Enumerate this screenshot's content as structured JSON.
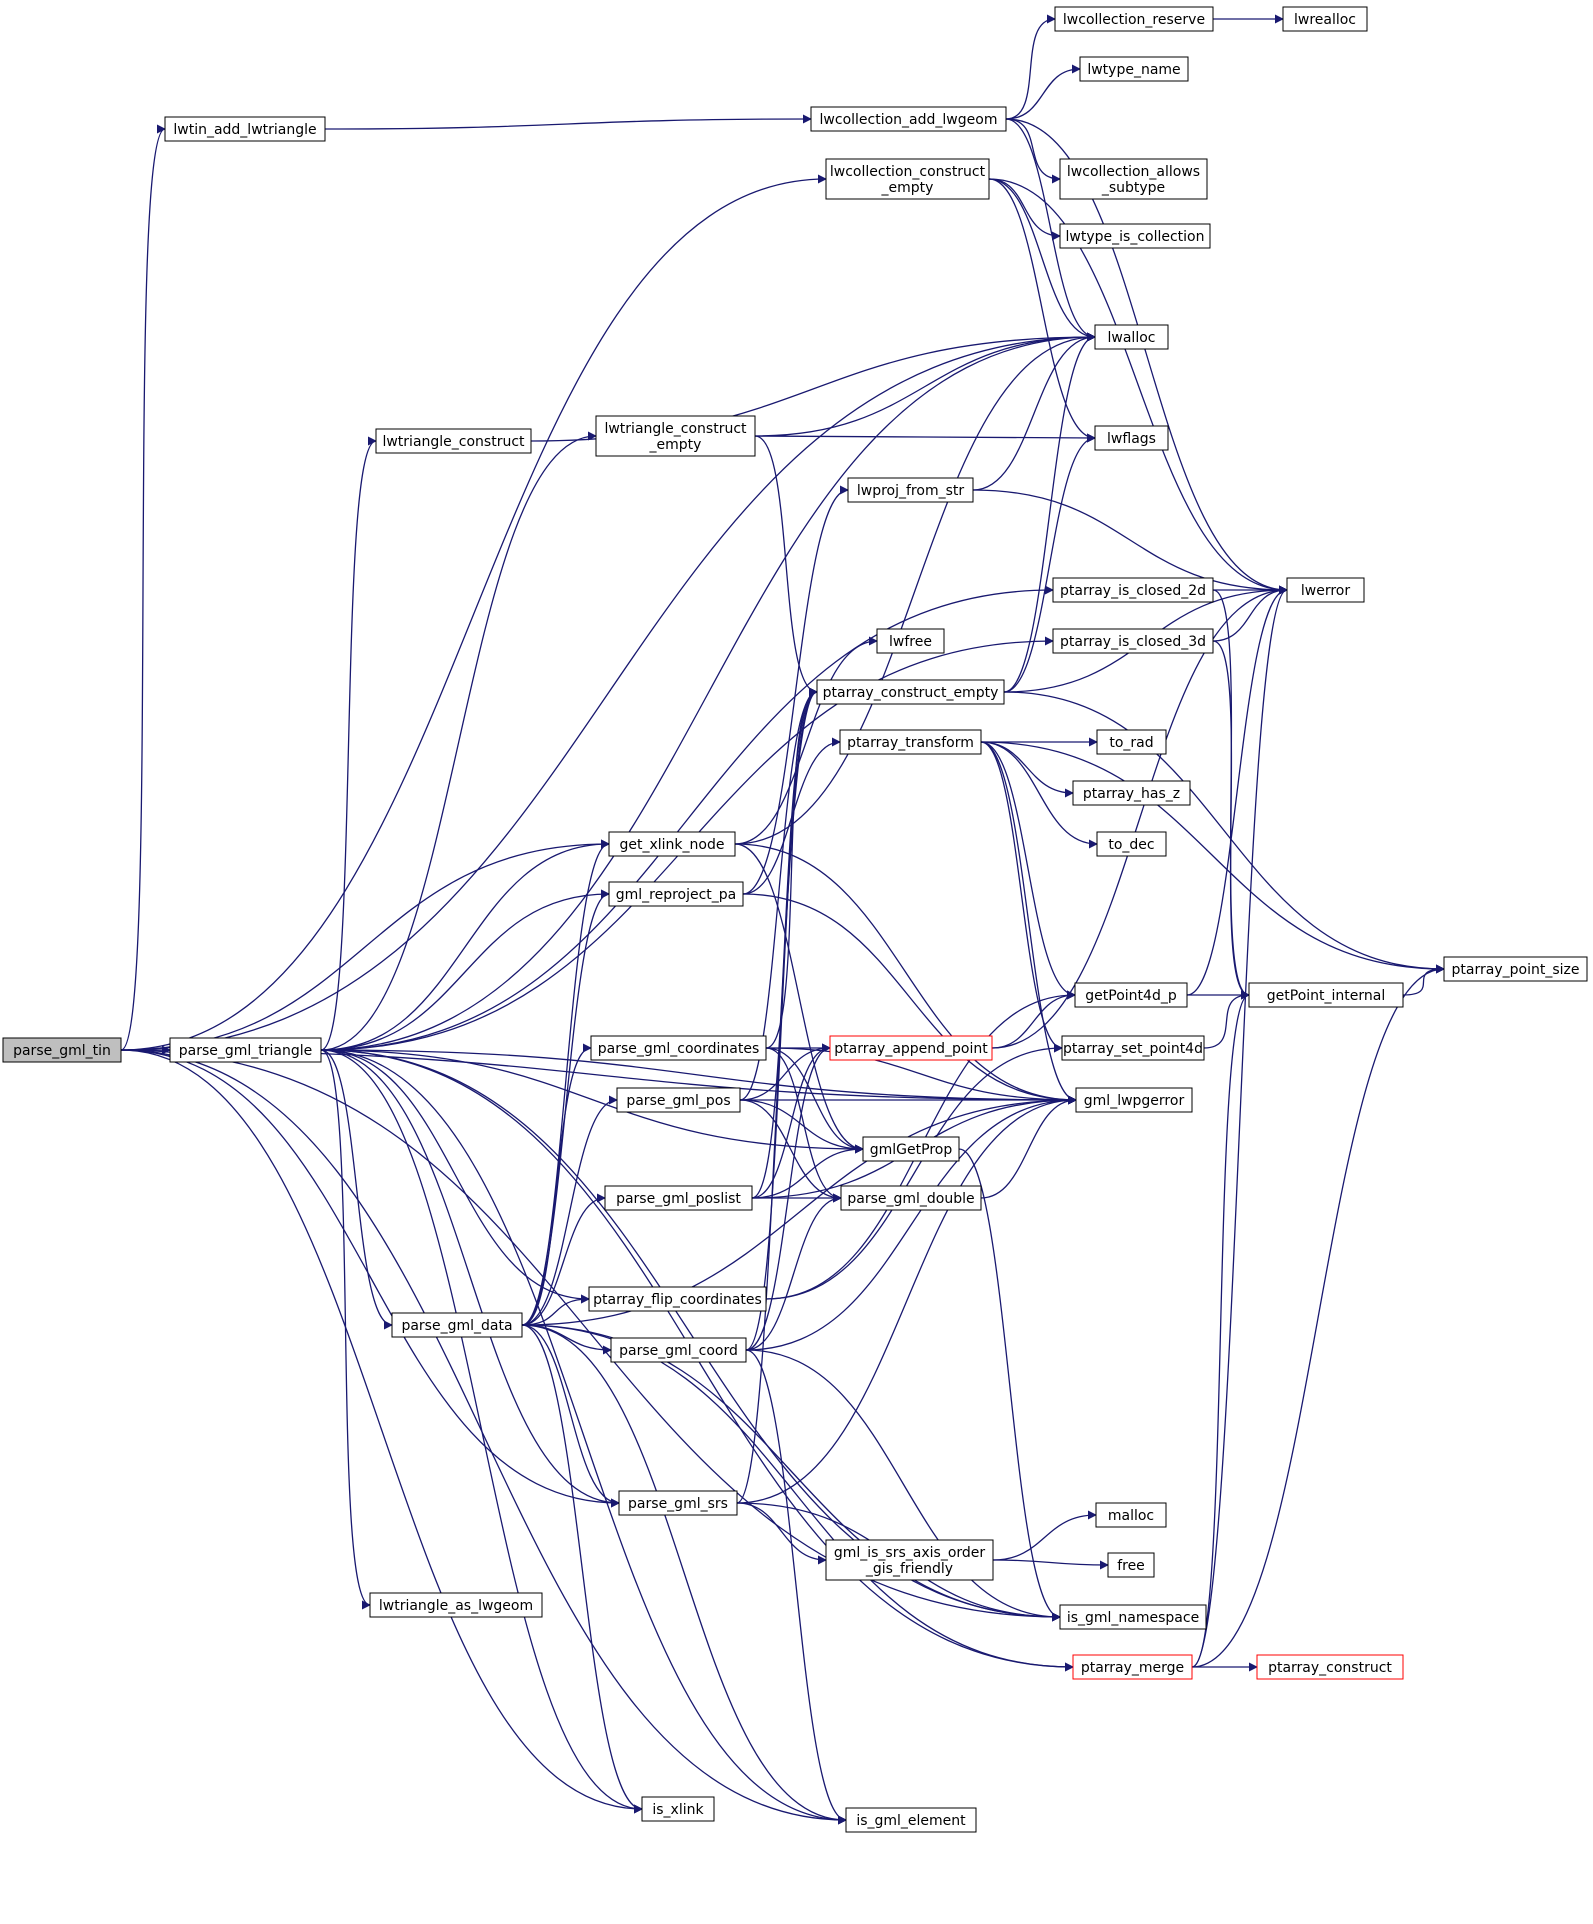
{
  "colors": {
    "edge": "#191970",
    "box_border": "#000000",
    "root_fill": "#bfbfbf",
    "truncated_border": "#ff0000",
    "background": "#ffffff"
  },
  "nodes": [
    {
      "id": "parse_gml_tin",
      "lines": [
        "parse_gml_tin"
      ],
      "root": true
    },
    {
      "id": "lwtin_add_lwtriangle",
      "lines": [
        "lwtin_add_lwtriangle"
      ]
    },
    {
      "id": "parse_gml_triangle",
      "lines": [
        "parse_gml_triangle"
      ]
    },
    {
      "id": "lwtriangle_construct",
      "lines": [
        "lwtriangle_construct"
      ]
    },
    {
      "id": "lwtriangle_construct_empty",
      "lines": [
        "lwtriangle_construct",
        "_empty"
      ]
    },
    {
      "id": "parse_gml_data",
      "lines": [
        "parse_gml_data"
      ]
    },
    {
      "id": "lwtriangle_as_lwgeom",
      "lines": [
        "lwtriangle_as_lwgeom"
      ]
    },
    {
      "id": "lwcollection_add_lwgeom",
      "lines": [
        "lwcollection_add_lwgeom"
      ]
    },
    {
      "id": "lwcollection_construct_empty",
      "lines": [
        "lwcollection_construct",
        "_empty"
      ]
    },
    {
      "id": "get_xlink_node",
      "lines": [
        "get_xlink_node"
      ]
    },
    {
      "id": "gml_reproject_pa",
      "lines": [
        "gml_reproject_pa"
      ]
    },
    {
      "id": "parse_gml_coordinates",
      "lines": [
        "parse_gml_coordinates"
      ]
    },
    {
      "id": "parse_gml_pos",
      "lines": [
        "parse_gml_pos"
      ]
    },
    {
      "id": "parse_gml_poslist",
      "lines": [
        "parse_gml_poslist"
      ]
    },
    {
      "id": "ptarray_flip_coordinates",
      "lines": [
        "ptarray_flip_coordinates"
      ]
    },
    {
      "id": "parse_gml_coord",
      "lines": [
        "parse_gml_coord"
      ]
    },
    {
      "id": "parse_gml_srs",
      "lines": [
        "parse_gml_srs"
      ]
    },
    {
      "id": "is_xlink",
      "lines": [
        "is_xlink"
      ]
    },
    {
      "id": "lwproj_from_str",
      "lines": [
        "lwproj_from_str"
      ]
    },
    {
      "id": "lwfree",
      "lines": [
        "lwfree"
      ]
    },
    {
      "id": "ptarray_construct_empty",
      "lines": [
        "ptarray_construct_empty"
      ]
    },
    {
      "id": "ptarray_transform",
      "lines": [
        "ptarray_transform"
      ]
    },
    {
      "id": "ptarray_append_point",
      "lines": [
        "ptarray_append_point"
      ],
      "truncated": true
    },
    {
      "id": "gmlGetProp",
      "lines": [
        "gmlGetProp"
      ]
    },
    {
      "id": "parse_gml_double",
      "lines": [
        "parse_gml_double"
      ]
    },
    {
      "id": "gml_is_srs_axis_order_gis_friendly",
      "lines": [
        "gml_is_srs_axis_order",
        "_gis_friendly"
      ]
    },
    {
      "id": "is_gml_element",
      "lines": [
        "is_gml_element"
      ]
    },
    {
      "id": "lwcollection_reserve",
      "lines": [
        "lwcollection_reserve"
      ]
    },
    {
      "id": "lwtype_name",
      "lines": [
        "lwtype_name"
      ]
    },
    {
      "id": "lwcollection_allows_subtype",
      "lines": [
        "lwcollection_allows",
        "_subtype"
      ]
    },
    {
      "id": "lwtype_is_collection",
      "lines": [
        "lwtype_is_collection"
      ]
    },
    {
      "id": "lwalloc",
      "lines": [
        "lwalloc"
      ]
    },
    {
      "id": "lwflags",
      "lines": [
        "lwflags"
      ]
    },
    {
      "id": "ptarray_is_closed_2d",
      "lines": [
        "ptarray_is_closed_2d"
      ]
    },
    {
      "id": "ptarray_is_closed_3d",
      "lines": [
        "ptarray_is_closed_3d"
      ]
    },
    {
      "id": "to_rad",
      "lines": [
        "to_rad"
      ]
    },
    {
      "id": "ptarray_has_z",
      "lines": [
        "ptarray_has_z"
      ]
    },
    {
      "id": "to_dec",
      "lines": [
        "to_dec"
      ]
    },
    {
      "id": "getPoint4d_p",
      "lines": [
        "getPoint4d_p"
      ]
    },
    {
      "id": "ptarray_set_point4d",
      "lines": [
        "ptarray_set_point4d"
      ]
    },
    {
      "id": "gml_lwpgerror",
      "lines": [
        "gml_lwpgerror"
      ]
    },
    {
      "id": "malloc",
      "lines": [
        "malloc"
      ]
    },
    {
      "id": "free",
      "lines": [
        "free"
      ]
    },
    {
      "id": "is_gml_namespace",
      "lines": [
        "is_gml_namespace"
      ]
    },
    {
      "id": "ptarray_merge",
      "lines": [
        "ptarray_merge"
      ],
      "truncated": true
    },
    {
      "id": "lwrealloc",
      "lines": [
        "lwrealloc"
      ]
    },
    {
      "id": "lwerror",
      "lines": [
        "lwerror"
      ]
    },
    {
      "id": "getPoint_internal",
      "lines": [
        "getPoint_internal"
      ]
    },
    {
      "id": "ptarray_construct",
      "lines": [
        "ptarray_construct"
      ],
      "truncated": true
    },
    {
      "id": "ptarray_point_size",
      "lines": [
        "ptarray_point_size"
      ]
    }
  ],
  "edges": [
    [
      "parse_gml_tin",
      "lwtin_add_lwtriangle"
    ],
    [
      "parse_gml_tin",
      "parse_gml_triangle"
    ],
    [
      "parse_gml_tin",
      "lwcollection_construct_empty"
    ],
    [
      "parse_gml_tin",
      "get_xlink_node"
    ],
    [
      "parse_gml_tin",
      "parse_gml_srs"
    ],
    [
      "parse_gml_tin",
      "is_xlink"
    ],
    [
      "parse_gml_tin",
      "is_gml_element"
    ],
    [
      "parse_gml_tin",
      "is_gml_namespace"
    ],
    [
      "parse_gml_tin",
      "lwalloc"
    ],
    [
      "parse_gml_tin",
      "gml_lwpgerror"
    ],
    [
      "lwtin_add_lwtriangle",
      "lwcollection_add_lwgeom"
    ],
    [
      "parse_gml_triangle",
      "lwtriangle_construct"
    ],
    [
      "parse_gml_triangle",
      "lwtriangle_construct_empty"
    ],
    [
      "parse_gml_triangle",
      "parse_gml_data"
    ],
    [
      "parse_gml_triangle",
      "lwtriangle_as_lwgeom"
    ],
    [
      "parse_gml_triangle",
      "get_xlink_node"
    ],
    [
      "parse_gml_triangle",
      "gml_reproject_pa"
    ],
    [
      "parse_gml_triangle",
      "ptarray_flip_coordinates"
    ],
    [
      "parse_gml_triangle",
      "parse_gml_srs"
    ],
    [
      "parse_gml_triangle",
      "is_xlink"
    ],
    [
      "parse_gml_triangle",
      "is_gml_element"
    ],
    [
      "parse_gml_triangle",
      "gmlGetProp"
    ],
    [
      "parse_gml_triangle",
      "lwalloc"
    ],
    [
      "parse_gml_triangle",
      "ptarray_is_closed_2d"
    ],
    [
      "parse_gml_triangle",
      "ptarray_is_closed_3d"
    ],
    [
      "parse_gml_triangle",
      "gml_lwpgerror"
    ],
    [
      "parse_gml_triangle",
      "is_gml_namespace"
    ],
    [
      "parse_gml_triangle",
      "ptarray_merge"
    ],
    [
      "lwtriangle_construct",
      "lwalloc"
    ],
    [
      "lwtriangle_construct_empty",
      "lwalloc"
    ],
    [
      "lwtriangle_construct_empty",
      "lwflags"
    ],
    [
      "lwtriangle_construct_empty",
      "ptarray_construct_empty"
    ],
    [
      "parse_gml_data",
      "get_xlink_node"
    ],
    [
      "parse_gml_data",
      "gml_reproject_pa"
    ],
    [
      "parse_gml_data",
      "parse_gml_coordinates"
    ],
    [
      "parse_gml_data",
      "parse_gml_pos"
    ],
    [
      "parse_gml_data",
      "parse_gml_poslist"
    ],
    [
      "parse_gml_data",
      "ptarray_flip_coordinates"
    ],
    [
      "parse_gml_data",
      "parse_gml_coord"
    ],
    [
      "parse_gml_data",
      "parse_gml_srs"
    ],
    [
      "parse_gml_data",
      "is_xlink"
    ],
    [
      "parse_gml_data",
      "is_gml_element"
    ],
    [
      "parse_gml_data",
      "is_gml_namespace"
    ],
    [
      "parse_gml_data",
      "ptarray_merge"
    ],
    [
      "parse_gml_data",
      "gml_lwpgerror"
    ],
    [
      "lwcollection_add_lwgeom",
      "lwcollection_reserve"
    ],
    [
      "lwcollection_add_lwgeom",
      "lwtype_name"
    ],
    [
      "lwcollection_add_lwgeom",
      "lwcollection_allows_subtype"
    ],
    [
      "lwcollection_add_lwgeom",
      "lwalloc"
    ],
    [
      "lwcollection_add_lwgeom",
      "lwerror"
    ],
    [
      "lwcollection_construct_empty",
      "lwtype_is_collection"
    ],
    [
      "lwcollection_construct_empty",
      "lwalloc"
    ],
    [
      "lwcollection_construct_empty",
      "lwflags"
    ],
    [
      "lwcollection_construct_empty",
      "lwerror"
    ],
    [
      "lwcollection_reserve",
      "lwrealloc"
    ],
    [
      "get_xlink_node",
      "lwalloc"
    ],
    [
      "get_xlink_node",
      "lwfree"
    ],
    [
      "get_xlink_node",
      "gmlGetProp"
    ],
    [
      "get_xlink_node",
      "gml_lwpgerror"
    ],
    [
      "gml_reproject_pa",
      "lwproj_from_str"
    ],
    [
      "gml_reproject_pa",
      "ptarray_transform"
    ],
    [
      "gml_reproject_pa",
      "gml_lwpgerror"
    ],
    [
      "lwproj_from_str",
      "lwalloc"
    ],
    [
      "lwproj_from_str",
      "lwerror"
    ],
    [
      "parse_gml_coordinates",
      "ptarray_construct_empty"
    ],
    [
      "parse_gml_coordinates",
      "ptarray_append_point"
    ],
    [
      "parse_gml_coordinates",
      "gmlGetProp"
    ],
    [
      "parse_gml_coordinates",
      "parse_gml_double"
    ],
    [
      "parse_gml_coordinates",
      "gml_lwpgerror"
    ],
    [
      "parse_gml_pos",
      "ptarray_construct_empty"
    ],
    [
      "parse_gml_pos",
      "ptarray_append_point"
    ],
    [
      "parse_gml_pos",
      "gmlGetProp"
    ],
    [
      "parse_gml_pos",
      "parse_gml_double"
    ],
    [
      "parse_gml_pos",
      "gml_lwpgerror"
    ],
    [
      "parse_gml_poslist",
      "ptarray_construct_empty"
    ],
    [
      "parse_gml_poslist",
      "ptarray_append_point"
    ],
    [
      "parse_gml_poslist",
      "gmlGetProp"
    ],
    [
      "parse_gml_poslist",
      "parse_gml_double"
    ],
    [
      "parse_gml_poslist",
      "gml_lwpgerror"
    ],
    [
      "ptarray_flip_coordinates",
      "getPoint4d_p"
    ],
    [
      "ptarray_flip_coordinates",
      "ptarray_set_point4d"
    ],
    [
      "parse_gml_coord",
      "ptarray_construct_empty"
    ],
    [
      "parse_gml_coord",
      "ptarray_append_point"
    ],
    [
      "parse_gml_coord",
      "parse_gml_double"
    ],
    [
      "parse_gml_coord",
      "gml_lwpgerror"
    ],
    [
      "parse_gml_coord",
      "is_gml_namespace"
    ],
    [
      "parse_gml_coord",
      "is_gml_element"
    ],
    [
      "parse_gml_srs",
      "gml_is_srs_axis_order_gis_friendly"
    ],
    [
      "parse_gml_srs",
      "ptarray_construct_empty"
    ],
    [
      "parse_gml_srs",
      "gml_lwpgerror"
    ],
    [
      "parse_gml_srs",
      "is_gml_namespace"
    ],
    [
      "ptarray_construct_empty",
      "lwalloc"
    ],
    [
      "ptarray_construct_empty",
      "lwflags"
    ],
    [
      "ptarray_construct_empty",
      "lwerror"
    ],
    [
      "ptarray_construct_empty",
      "ptarray_point_size"
    ],
    [
      "ptarray_transform",
      "to_rad"
    ],
    [
      "ptarray_transform",
      "ptarray_has_z"
    ],
    [
      "ptarray_transform",
      "to_dec"
    ],
    [
      "ptarray_transform",
      "getPoint4d_p"
    ],
    [
      "ptarray_transform",
      "ptarray_set_point4d"
    ],
    [
      "ptarray_transform",
      "ptarray_point_size"
    ],
    [
      "ptarray_transform",
      "gml_lwpgerror"
    ],
    [
      "ptarray_append_point",
      "getPoint4d_p"
    ],
    [
      "ptarray_append_point",
      "lwerror"
    ],
    [
      "gmlGetProp",
      "is_gml_namespace"
    ],
    [
      "parse_gml_double",
      "gml_lwpgerror"
    ],
    [
      "gml_is_srs_axis_order_gis_friendly",
      "malloc"
    ],
    [
      "gml_is_srs_axis_order_gis_friendly",
      "free"
    ],
    [
      "ptarray_is_closed_2d",
      "lwerror"
    ],
    [
      "ptarray_is_closed_2d",
      "getPoint_internal"
    ],
    [
      "ptarray_is_closed_3d",
      "lwerror"
    ],
    [
      "ptarray_is_closed_3d",
      "getPoint_internal"
    ],
    [
      "getPoint4d_p",
      "getPoint_internal"
    ],
    [
      "getPoint4d_p",
      "lwerror"
    ],
    [
      "ptarray_set_point4d",
      "getPoint_internal"
    ],
    [
      "getPoint_internal",
      "ptarray_point_size"
    ],
    [
      "ptarray_merge",
      "ptarray_construct"
    ],
    [
      "ptarray_merge",
      "lwerror"
    ],
    [
      "ptarray_merge",
      "getPoint_internal"
    ],
    [
      "ptarray_merge",
      "ptarray_point_size"
    ]
  ]
}
